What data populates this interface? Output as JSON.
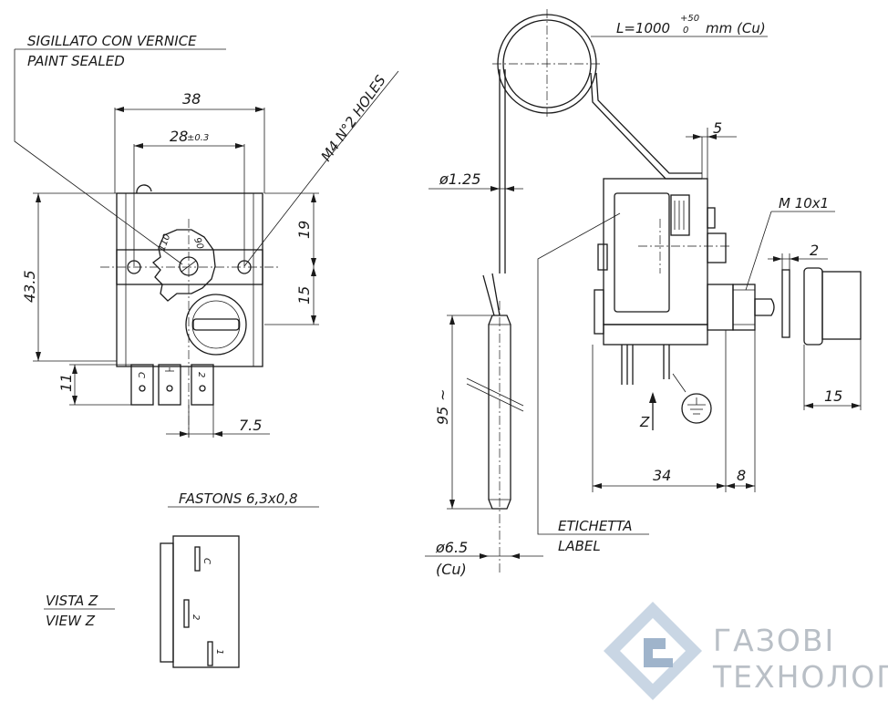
{
  "labels": {
    "sealed_it": "SIGILLATO CON VERNICE",
    "sealed_en": "PAINT SEALED",
    "holes": "M4 N°2 HOLES",
    "fastons": "FASTONS 6,3x0,8",
    "view_it": "VISTA Z",
    "view_en": "VIEW Z",
    "length": "L=1000",
    "length_tol_plus": "+50",
    "length_tol_minus": "0",
    "length_unit": "mm (Cu)",
    "capillary_dia": "ø1.25",
    "bulb_dia": "ø6.5",
    "bulb_material": "(Cu)",
    "thread": "M 10x1",
    "label_it": "ETICHETTA",
    "label_en": "LABEL",
    "z_mark": "Z",
    "dial_110": "110",
    "dial_90": "90"
  },
  "dimensions": {
    "d38": "38",
    "d28": "28",
    "d28_tol": "±0.3",
    "d43_5": "43.5",
    "d19": "19",
    "d15_left": "15",
    "d11": "11",
    "d7_5": "7.5",
    "d95": "95",
    "d95_tilde": "~",
    "d5": "5",
    "d2": "2",
    "d15_right": "15",
    "d34": "34",
    "d8": "8"
  },
  "terminals": {
    "c": "C",
    "two": "2",
    "one": "1"
  },
  "brand": {
    "line1": "ГАЗОВІ",
    "line2": "ТЕХНОЛОГІЇ"
  }
}
